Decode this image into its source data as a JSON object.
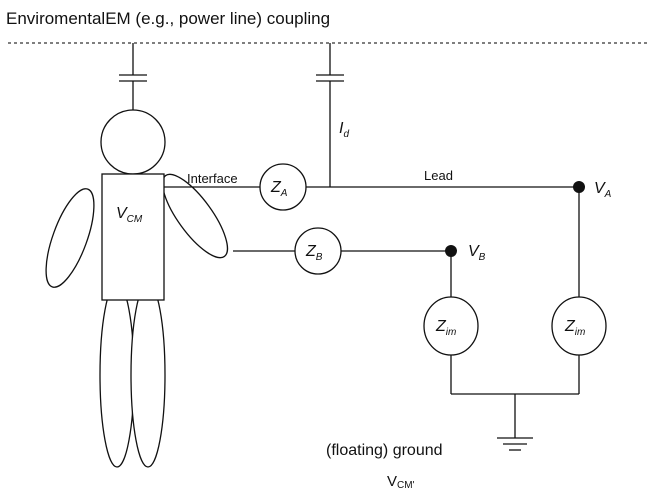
{
  "title": "EnviromentalEM (e.g., power line) coupling",
  "labels": {
    "interface": "Interface",
    "lead": "Lead",
    "ground": "(floating) ground"
  },
  "symbols": {
    "vcm": {
      "main": "V",
      "sub": "CM"
    },
    "za": {
      "main": "Z",
      "sub": "A"
    },
    "zb": {
      "main": "Z",
      "sub": "B"
    },
    "zim_left": {
      "main": "Z",
      "sub": "im"
    },
    "zim_right": {
      "main": "Z",
      "sub": "im"
    },
    "va": {
      "main": "V",
      "sub": "A"
    },
    "vb": {
      "main": "V",
      "sub": "B"
    },
    "id": {
      "main": "I",
      "sub": "d"
    },
    "vcm_ground": {
      "main": "V",
      "sub": "CM'"
    }
  }
}
